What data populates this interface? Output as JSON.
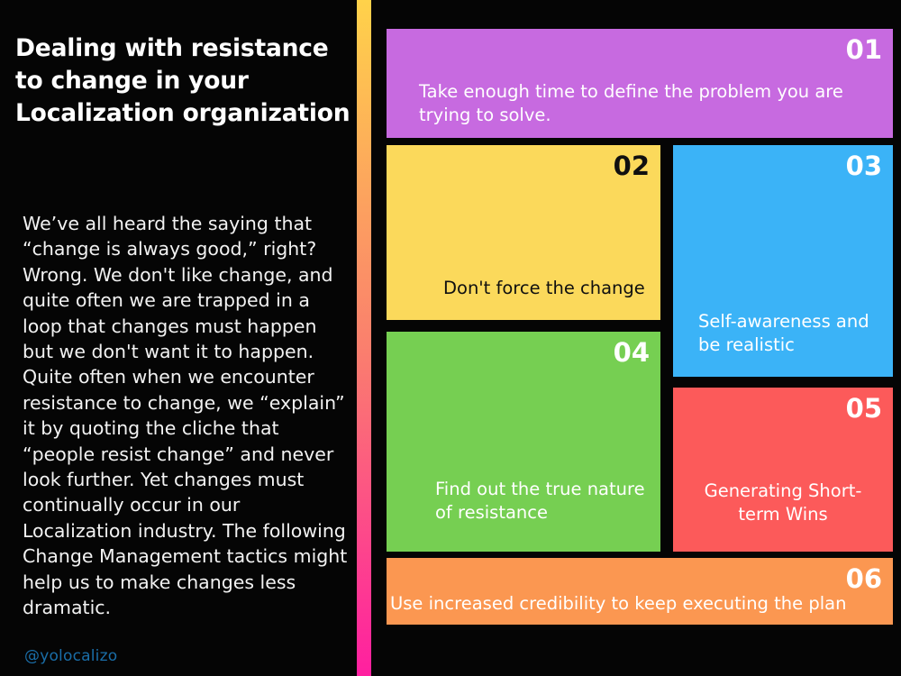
{
  "slide": {
    "background_color": "#050505",
    "title": "Dealing with resistance to change in your Localization organization",
    "body": "We’ve all heard the saying that “change is always good,” right? Wrong. We don't like change, and quite often we are trapped in a loop that changes must happen but we don't want it to happen. Quite often when we encounter resistance to change, we “explain” it by quoting the cliche that “people resist change” and never look further. Yet changes must continually occur in our Localization industry. The following Change Management tactics might help us to make changes less dramatic.",
    "handle": "@yolocalizo",
    "handle_color": "#1a6ea8"
  },
  "divider": {
    "gradient_start_color": "#FFD24A",
    "gradient_mid_color": "#FA7E6E",
    "gradient_end_color": "#FF1FA0"
  },
  "cards": [
    {
      "number": "01",
      "text": "Take enough time to define the problem you are trying to solve.",
      "bg_color": "#C76AE0",
      "text_color": "#ffffff",
      "number_color": "#ffffff"
    },
    {
      "number": "02",
      "text": "Don't force the change",
      "bg_color": "#FBD95B",
      "text_color": "#101010",
      "number_color": "#101010"
    },
    {
      "number": "03",
      "text": "Self-awareness and be realistic",
      "bg_color": "#3BB3F7",
      "text_color": "#ffffff",
      "number_color": "#ffffff"
    },
    {
      "number": "04",
      "text": "Find out the true nature of resistance",
      "bg_color": "#76CF52",
      "text_color": "#ffffff",
      "number_color": "#ffffff"
    },
    {
      "number": "05",
      "text": "Generating Short-term Wins",
      "bg_color": "#FC5A5A",
      "text_color": "#ffffff",
      "number_color": "#ffffff"
    },
    {
      "number": "06",
      "text": "Use increased credibility to keep executing the plan",
      "bg_color": "#FB9751",
      "text_color": "#ffffff",
      "number_color": "#ffffff"
    }
  ]
}
